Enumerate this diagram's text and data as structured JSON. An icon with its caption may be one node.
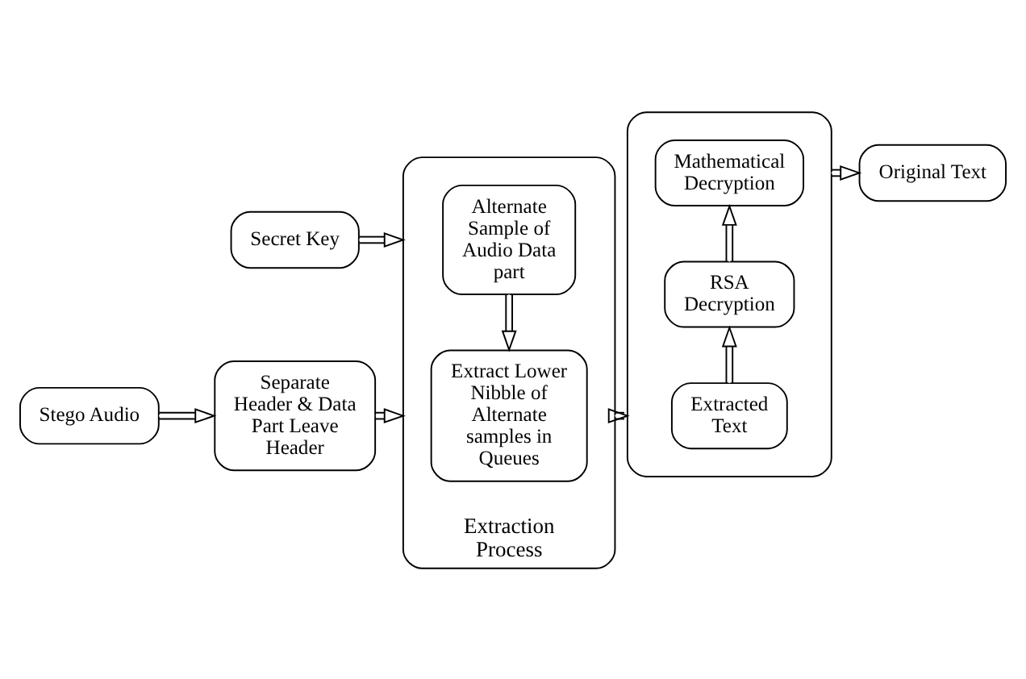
{
  "diagram": {
    "nodes": [
      {
        "text": [
          "Secret Key"
        ]
      },
      {
        "text": [
          "Stego Audio"
        ]
      },
      {
        "text": [
          "Separate Header & Data Part Leave Header"
        ]
      },
      {
        "text": [
          "Extraction Process"
        ]
      },
      {
        "text": [
          "Alternate Sample of Audio Data part"
        ],
        "in": 3
      },
      {
        "text": [
          "Extract Lower Nibble of Alternate samples in Queues"
        ],
        "in": 3
      },
      {
        "text": [],
        "shape": "box"
      },
      {
        "text": [
          "Extracted Text"
        ],
        "in": 6
      },
      {
        "text": [
          "RSA Decryption"
        ],
        "in": 6
      },
      {
        "text": [
          "Mathematical Decryption"
        ],
        "in": 6
      },
      {
        "text": [
          "Original Text"
        ]
      }
    ],
    "edges": [
      {
        "from": 0,
        "to": 3,
        "arrow": "to"
      },
      {
        "from": 1,
        "to": 2,
        "arrow": "to"
      },
      {
        "from": 2,
        "to": 3,
        "arrow": "to"
      },
      {
        "from": 4,
        "to": 5,
        "arrow": "to"
      },
      {
        "from": 3,
        "to": 6,
        "arrow": "to"
      },
      {
        "from": 7,
        "to": 8,
        "arrow": "to"
      },
      {
        "from": 8,
        "to": 9,
        "arrow": "to"
      },
      {
        "from": 6,
        "to": 10,
        "arrow": "to"
      }
    ]
  }
}
